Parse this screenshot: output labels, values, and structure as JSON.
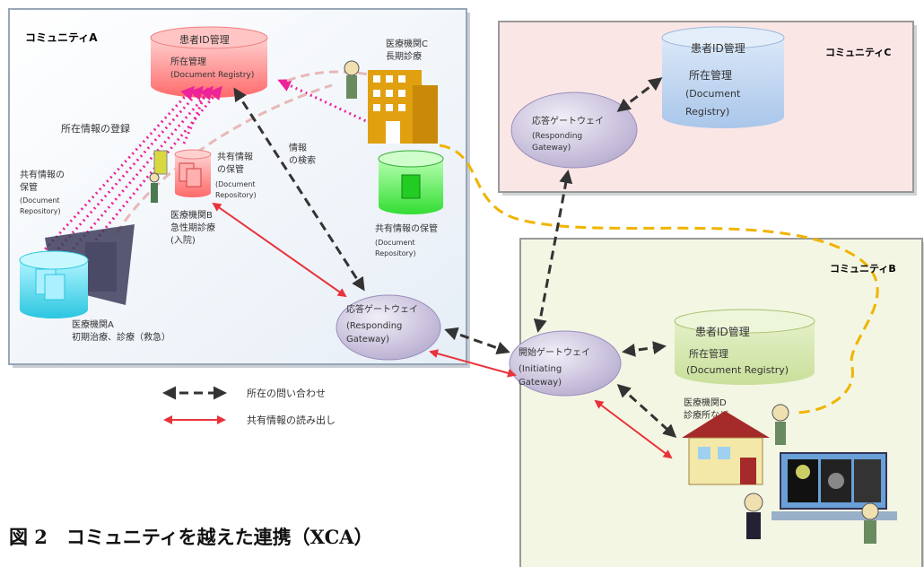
{
  "community_a": {
    "label": "コミュニティA",
    "registry": {
      "title": "患者ID管理",
      "sub1": "所在管理",
      "sub2": "(Document Registry)"
    },
    "register_label": "所在情報の登録",
    "search_label": [
      "情報",
      "の検索"
    ],
    "repo_left": [
      "共有情報の",
      "保管",
      "(Document",
      "Repository)"
    ],
    "repo_b": [
      "共有情報",
      "の保管",
      "(Document",
      "Repository)"
    ],
    "hospital_b": [
      "医療機関B",
      "急性期診療",
      "(入院)"
    ],
    "hospital_c": [
      "医療機関C",
      "長期診療"
    ],
    "repo_c": [
      "共有情報の保管",
      "(Document",
      "Repository)"
    ],
    "hospital_a": [
      "医療機関A",
      "初期治療、診療（救急）"
    ],
    "gateway": [
      "応答ゲートウェイ",
      "(Responding",
      "Gateway)"
    ]
  },
  "community_c": {
    "label": "コミュニティC",
    "registry": [
      "患者ID管理",
      "所在管理",
      "(Document",
      "Registry)"
    ],
    "gateway": [
      "応答ゲートウェイ",
      "(Responding",
      "Gateway)"
    ]
  },
  "community_b": {
    "label": "コミュニティB",
    "gateway": [
      "開始ゲートウェイ",
      "(Initiating",
      "Gateway)"
    ],
    "registry": [
      "患者ID管理",
      "所在管理",
      "(Document Registry)"
    ],
    "hospital_d": [
      "医療機関D",
      "診療所など"
    ]
  },
  "legend": {
    "query": "所在の問い合わせ",
    "retrieve": "共有情報の読み出し"
  },
  "caption": "図 2　コミュニティを越えた連携（XCA）",
  "colors": {
    "query": "#333333",
    "retrieve": "#e8333a",
    "register": "#ee2299",
    "federation": "#f0b400"
  }
}
